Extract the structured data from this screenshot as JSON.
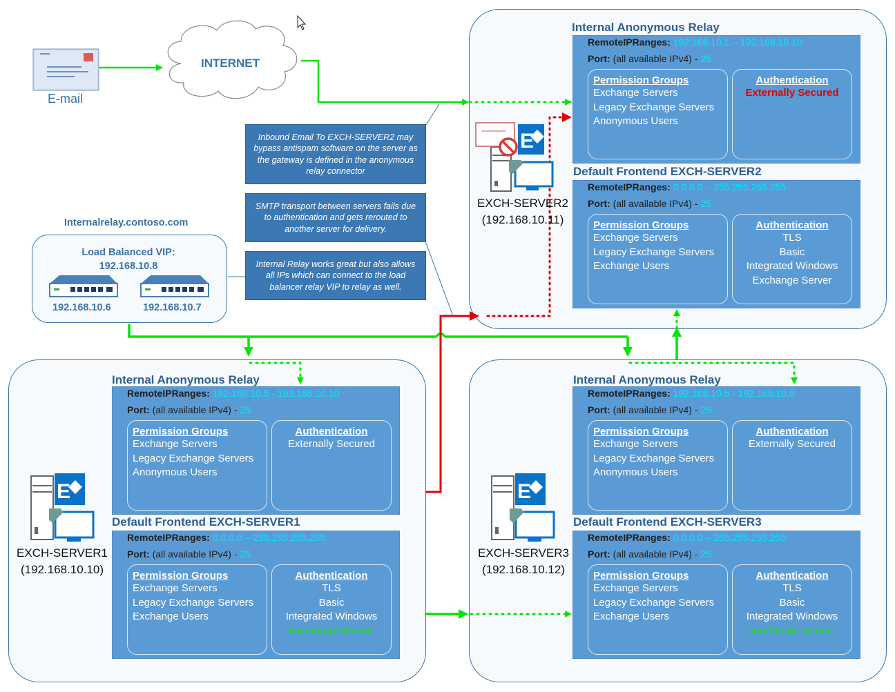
{
  "email": {
    "label": "E-mail"
  },
  "internet": {
    "label": "INTERNET"
  },
  "notes": [
    "Inbound Email To EXCH-SERVER2 may bypass antispam software on the server as the gateway is defined in the anonymous relay connector",
    "SMTP transport between servers fails due to authentication and gets rerouted to another server for delivery.",
    "Internal Relay works great but also allows all IPs which can connect to the load balancer relay VIP to relay as well."
  ],
  "load_balancer": {
    "hostname": "Internalrelay.contoso.com",
    "vip_label": "Load Balanced VIP:",
    "vip_ip": "192.168.10.8",
    "node1_ip": "192.168.10.6",
    "node2_ip": "192.168.10.7"
  },
  "common": {
    "remote_label": "RemoteIPRanges:",
    "port_label": "Port:",
    "port_text": "(all available IPv4) - ",
    "port_value": "25",
    "perm_title": "Permission Groups",
    "auth_title": "Authentication",
    "perm_relay": [
      "Exchange Servers",
      "Legacy Exchange Servers",
      "Anonymous Users"
    ],
    "perm_frontend": [
      "Exchange Servers",
      "Legacy Exchange Servers",
      "Exchange Users"
    ]
  },
  "server2": {
    "name": "EXCH-SERVER2",
    "ip": "(192.168.10.11)",
    "relay": {
      "title": "Internal Anonymous Relay",
      "remote": "192.168.10.1 – 192.168.10.10",
      "auth": [
        "Externally Secured"
      ]
    },
    "frontend": {
      "title": "Default Frontend EXCH-SERVER2",
      "remote": "0.0.0.0 – 255.255.255.255",
      "auth": [
        "TLS",
        "Basic",
        "Integrated Windows",
        "Exchange Server"
      ]
    }
  },
  "server1": {
    "name": "EXCH-SERVER1",
    "ip": "(192.168.10.10)",
    "relay": {
      "title": "Internal Anonymous Relay",
      "remote": "192.168.10.5 - 192.168.10.10",
      "auth": [
        "Externally Secured"
      ]
    },
    "frontend": {
      "title": "Default Frontend EXCH-SERVER1",
      "remote": "0.0.0.0 – 255.255.255.255",
      "auth": [
        "TLS",
        "Basic",
        "Integrated Windows",
        "Exchange Server"
      ]
    }
  },
  "server3": {
    "name": "EXCH-SERVER3",
    "ip": "(192.168.10.12)",
    "relay": {
      "title": "Internal Anonymous Relay",
      "remote": "192.168.10.5 - 192.168.10.9",
      "auth": [
        "Externally Secured"
      ]
    },
    "frontend": {
      "title": "Default Frontend EXCH-SERVER3",
      "remote": "0.0.0.0 – 255.255.255.255",
      "auth": [
        "TLS",
        "Basic",
        "Integrated Windows",
        "Exchange Server"
      ]
    }
  },
  "colors": {
    "panel": "#5b9bd5",
    "title": "#2e5f94",
    "cyan": "#00e6ff",
    "green_flow": "#00e600",
    "red_flow": "#e00000",
    "auth_red": "#e00000",
    "auth_green": "#2bd62b",
    "note_bg": "#3c78b4"
  },
  "icons": [
    "mouse-cursor-icon",
    "email-envelope-icon",
    "cloud-icon",
    "load-balancer-icon",
    "exchange-server-icon",
    "blocked-icon"
  ]
}
